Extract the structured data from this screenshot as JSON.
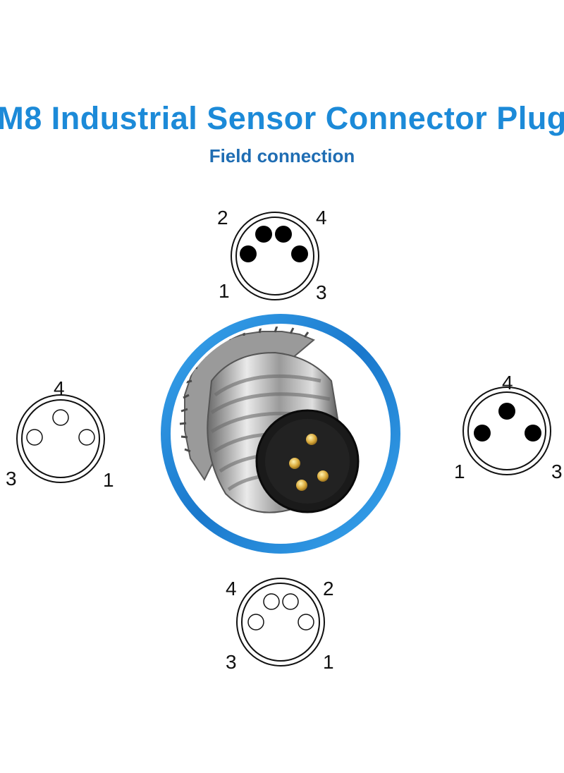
{
  "title": "M8 Industrial Sensor Connector Plug",
  "subtitle": "Field connection",
  "colors": {
    "title": "#1c8ad8",
    "subtitle": "#1f6db3",
    "ring_dark": "#1a6fc2",
    "ring_light": "#3aa0e8",
    "pin_filled": "#000000",
    "pin_empty": "#ffffff"
  },
  "pinouts": [
    {
      "id": "top",
      "style": "filled",
      "labels": [
        {
          "text": "2",
          "pos": "top-left"
        },
        {
          "text": "4",
          "pos": "top-right"
        },
        {
          "text": "1",
          "pos": "bottom-left"
        },
        {
          "text": "3",
          "pos": "bottom-right"
        }
      ]
    },
    {
      "id": "left",
      "style": "empty",
      "labels": [
        {
          "text": "4",
          "pos": "top"
        },
        {
          "text": "3",
          "pos": "bottom-left"
        },
        {
          "text": "1",
          "pos": "bottom-right"
        }
      ]
    },
    {
      "id": "right",
      "style": "filled",
      "labels": [
        {
          "text": "4",
          "pos": "top"
        },
        {
          "text": "1",
          "pos": "bottom-left"
        },
        {
          "text": "3",
          "pos": "bottom-right"
        }
      ]
    },
    {
      "id": "bottom",
      "style": "empty",
      "labels": [
        {
          "text": "4",
          "pos": "top-left"
        },
        {
          "text": "2",
          "pos": "top-right"
        },
        {
          "text": "3",
          "pos": "bottom-left"
        },
        {
          "text": "1",
          "pos": "bottom-right"
        }
      ]
    }
  ],
  "photo": {
    "subject": "connector-photo",
    "pin_count": 4
  }
}
